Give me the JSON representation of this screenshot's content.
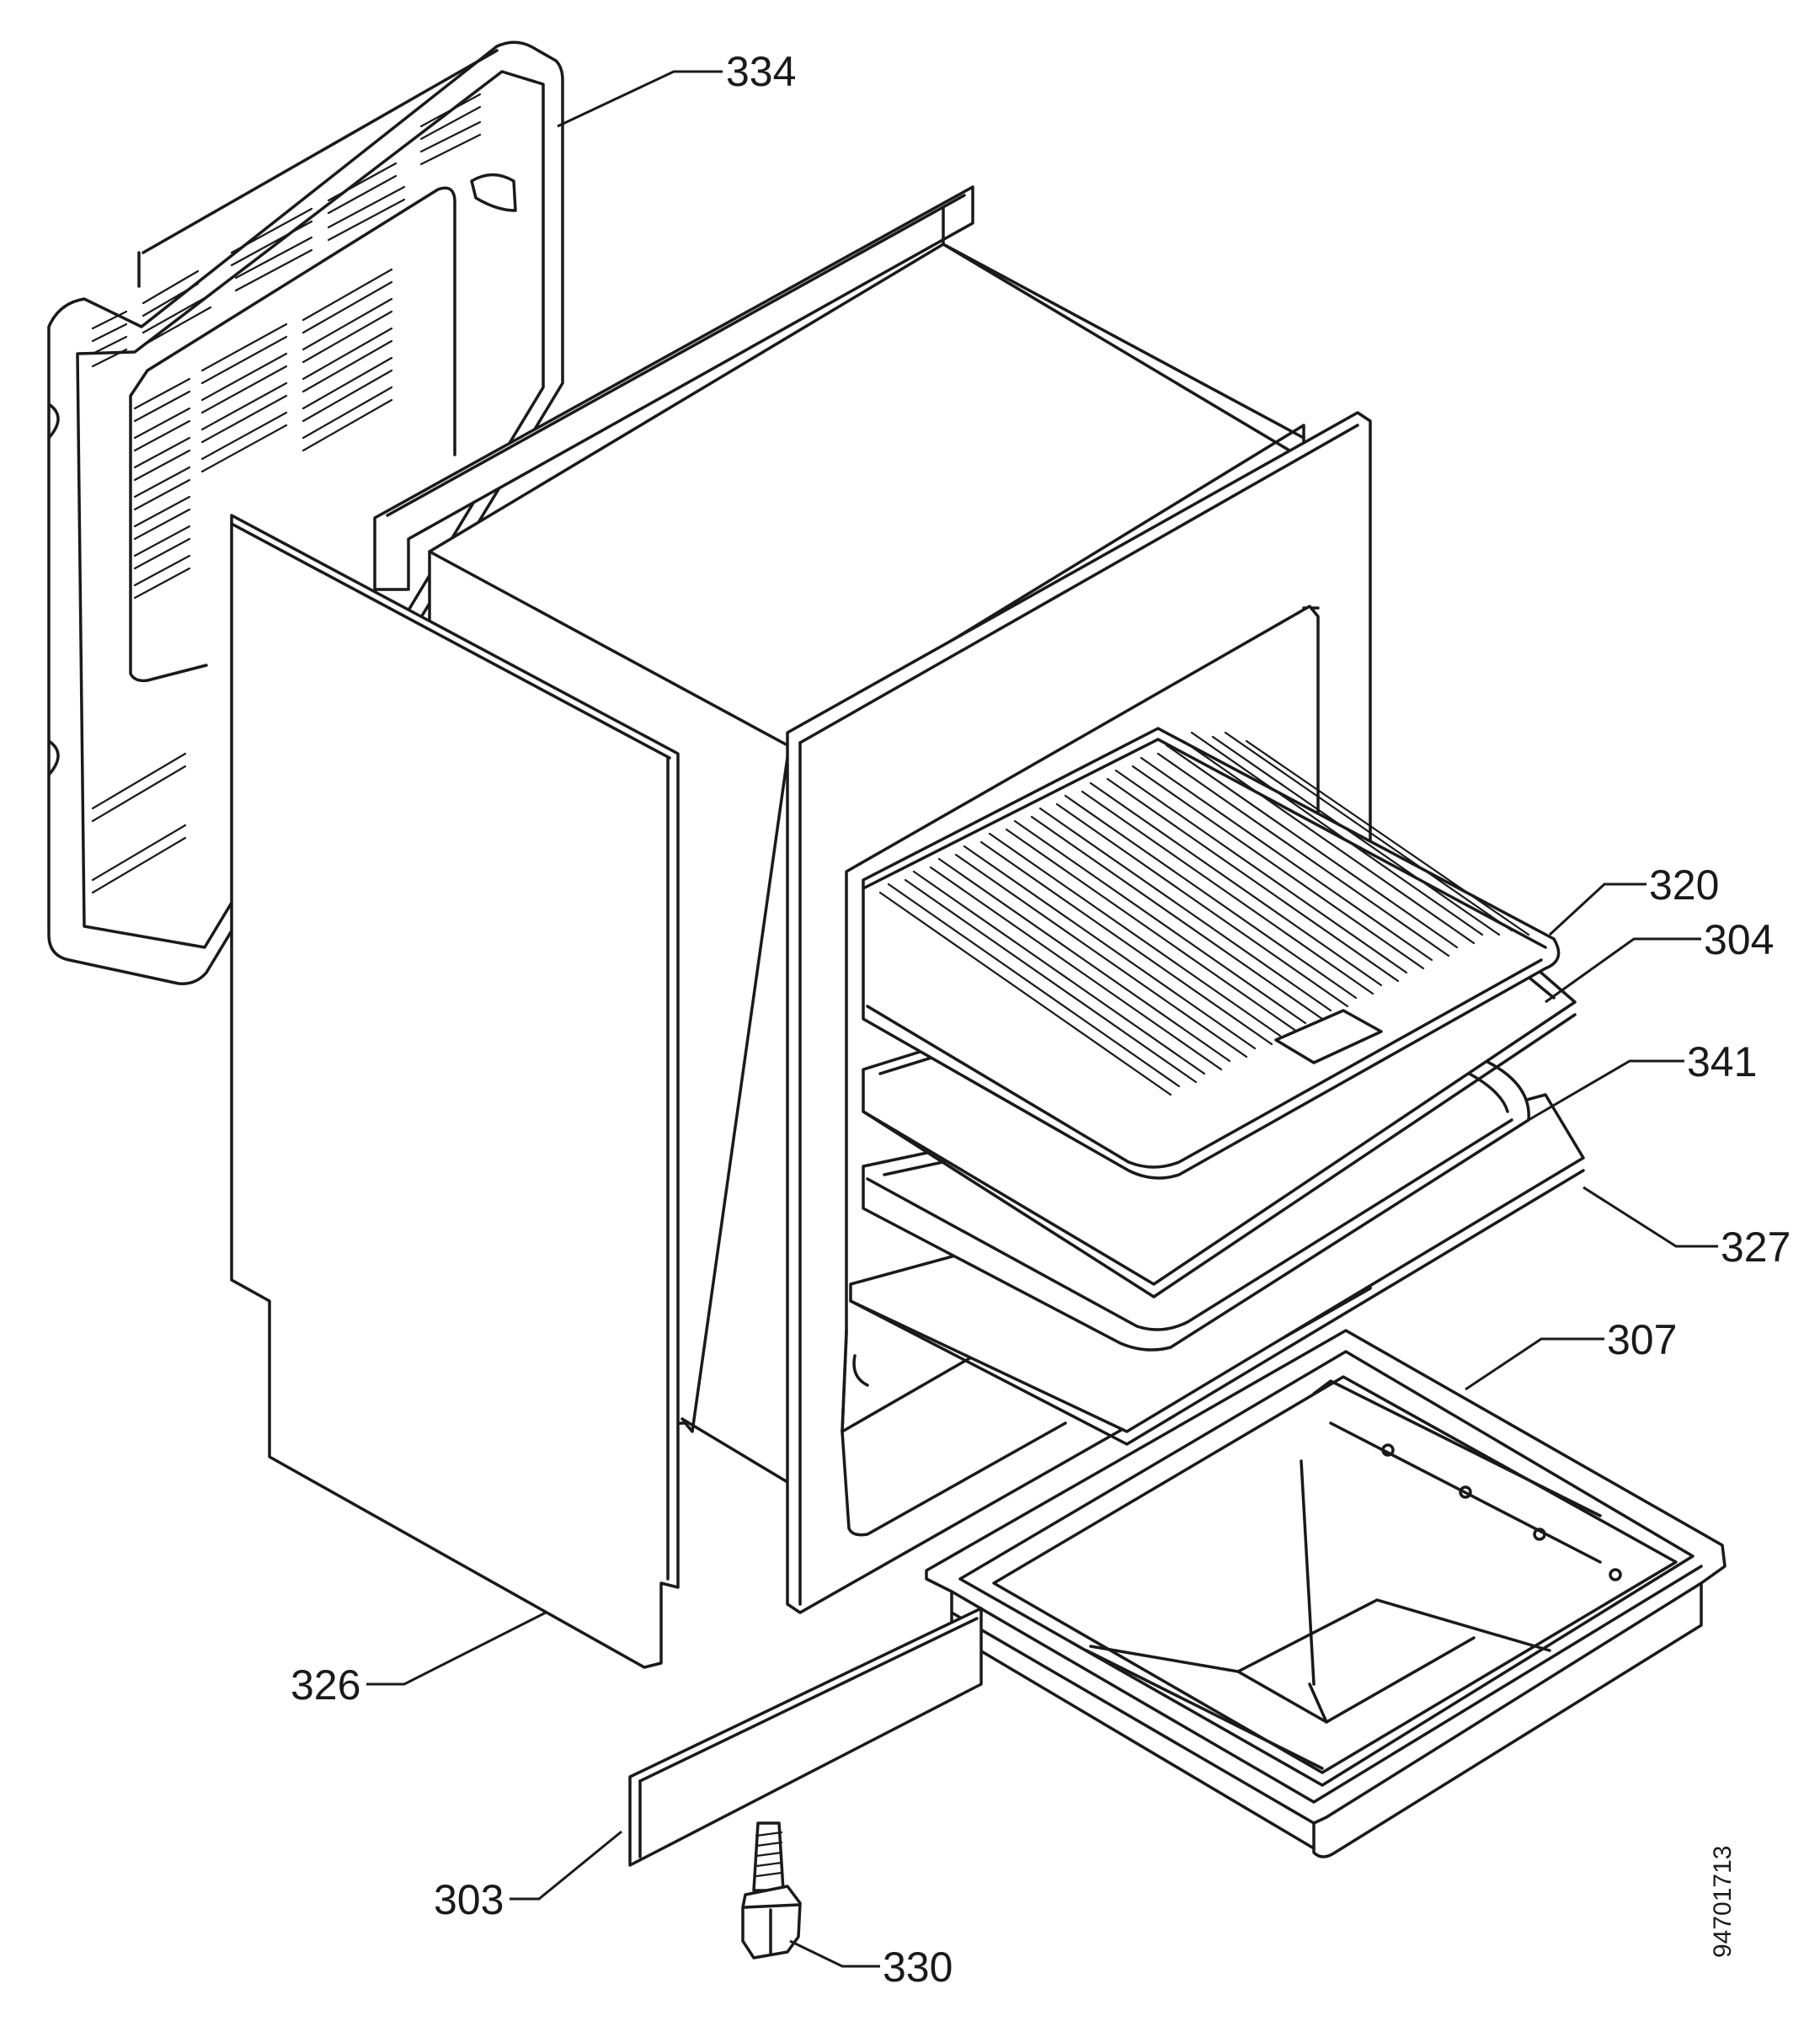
{
  "callouts": {
    "p334": "334",
    "p320": "320",
    "p304": "304",
    "p341": "341",
    "p327": "327",
    "p307": "307",
    "p326": "326",
    "p303": "303",
    "p330": "330"
  },
  "document_number": "94701713"
}
